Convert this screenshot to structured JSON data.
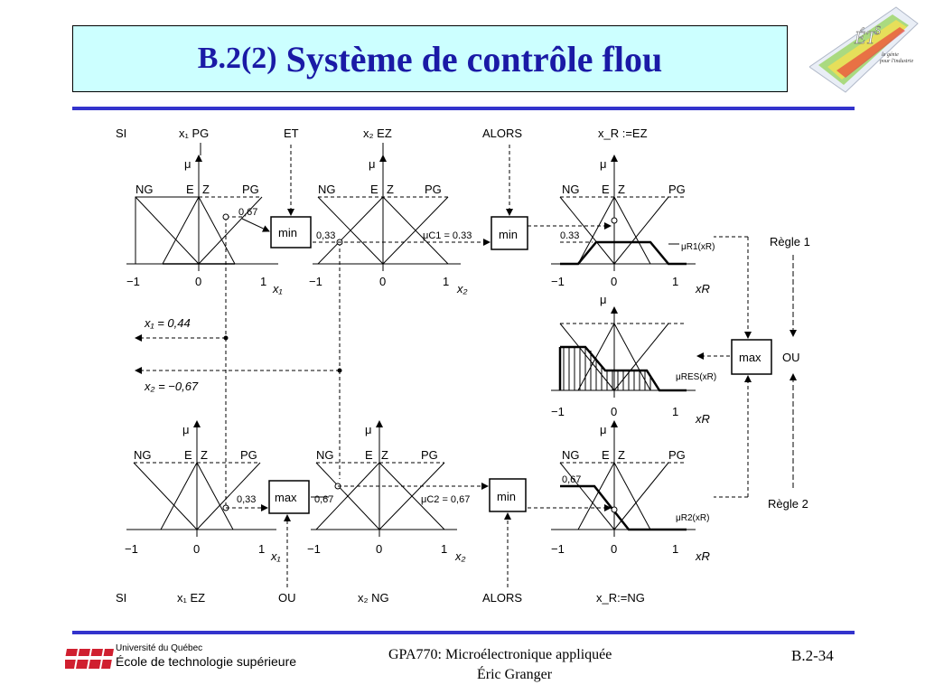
{
  "slide": {
    "title_prefix": "B.2(2)",
    "title_main": "Système de contrôle flou",
    "logo_top_right": {
      "main": "ÉT",
      "sup": "S",
      "tagline_1": "le génie",
      "tagline_2": "pour l'industrie"
    }
  },
  "footer": {
    "university_small": "Université du Québec",
    "university_big": "École de technologie supérieure",
    "course_line": "GPA770:  Microélectronique appliquée",
    "author_line": "Éric Granger",
    "page": "B.2-34"
  },
  "diagram": {
    "mf_labels": [
      "NG",
      "E",
      "Z",
      "PG"
    ],
    "mu": "μ",
    "tick_neg": "−1",
    "tick_zero": "0",
    "tick_pos": "1",
    "rule1": {
      "si": "SI",
      "cond1": "x₁ PG",
      "op": "ET",
      "cond2": "x₂ EZ",
      "then": "ALORS",
      "conseq": "x_R :=EZ",
      "val_x1": "0,67",
      "val_x2": "0,33",
      "gate": "min",
      "mu_c": "μC1 = 0.33",
      "gate_out": "min",
      "clip": "0.33",
      "mu_r": "μR1(xR)",
      "label": "Règle 1"
    },
    "rule2": {
      "si": "SI",
      "cond1": "x₁ EZ",
      "op": "OU",
      "cond2": "x₂ NG",
      "then": "ALORS",
      "conseq": "x_R:=NG",
      "val_x1": "0,33",
      "val_x2": "0,67",
      "gate": "max",
      "mu_c": "μC2 = 0,67",
      "gate_out": "min",
      "clip": "0,67",
      "mu_r": "μR2(xR)",
      "label": "Règle 2"
    },
    "inputs": {
      "x1": "x₁ =   0,44",
      "x2": "x₂ = −0,67"
    },
    "aggregation": {
      "gate": "max",
      "ou": "OU",
      "mu_res": "μRES(xR)"
    },
    "axis_names": {
      "x1": "x₁",
      "x2": "x₂",
      "xR": "xR"
    }
  },
  "colors": {
    "title_bg": "#ccffff",
    "title_text": "#1a1aa6",
    "rule": "#3333cc",
    "logo_red": "#d01f2f"
  }
}
